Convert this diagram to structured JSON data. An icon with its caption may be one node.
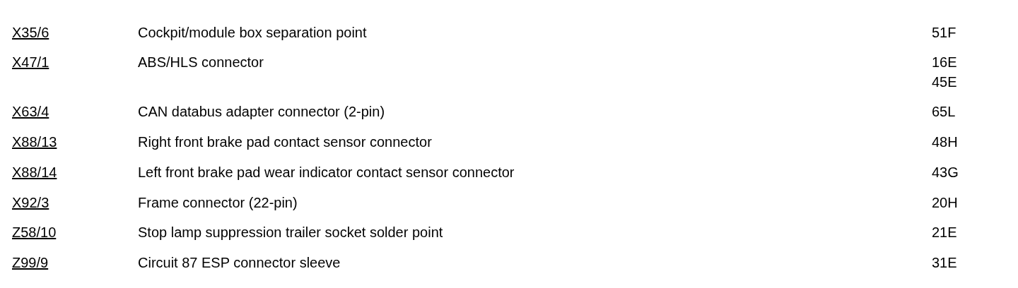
{
  "diagram": {
    "labels": [
      "X35/6",
      "Cockpit/module box separation point",
      "51F",
      "X47/1",
      "ABS/HLS connector",
      "16E",
      "45E",
      "X63/4",
      "CAN databus adapter connector (2-pin)",
      "65L",
      "X88/13",
      "Right front brake pad contact sensor connector",
      "48H",
      "X88/14",
      "Left front brake pad wear indicator contact sensor connector",
      "43G",
      "X92/3",
      "Frame connector (22-pin)",
      "20H",
      "Z58/10",
      "Stop lamp suppression trailer socket solder point",
      "21E",
      "Z99/9",
      "Circuit 87 ESP connector sleeve",
      "31E"
    ]
  }
}
